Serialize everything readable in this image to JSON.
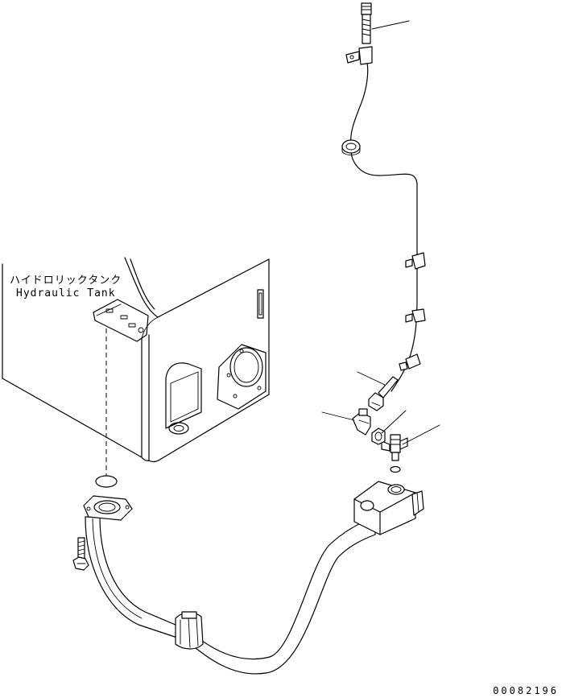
{
  "labels": {
    "tank_jp": "ハイドロリックタンク",
    "tank_en": "Hydraulic Tank",
    "drawing_number": "00082196"
  }
}
